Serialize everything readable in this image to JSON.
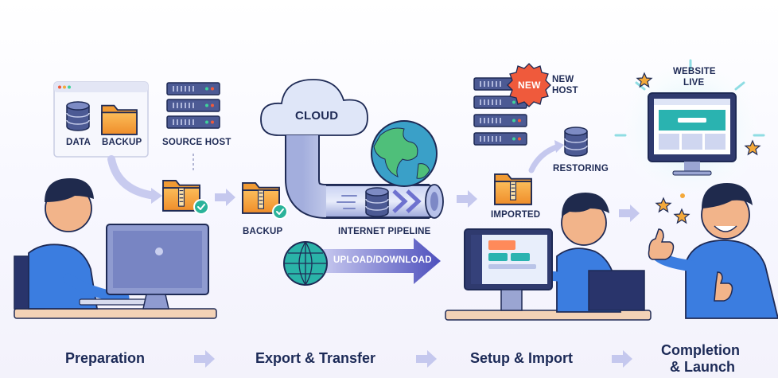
{
  "labels": {
    "data": "DATA",
    "backup_folder": "BACKUP",
    "source_host": "SOURCE HOST",
    "backup": "BACKUP",
    "cloud": "CLOUD",
    "internet_pipeline": "INTERNET PIPELINE",
    "upload_download": "UPLOAD/DOWNLOAD",
    "new_badge": "NEW",
    "new_host_line1": "NEW",
    "new_host_line2": "HOST",
    "restoring": "RESTORING",
    "imported": "IMPORTED",
    "website_live_line1": "WEBSITE",
    "website_live_line2": "LIVE"
  },
  "stages": [
    {
      "label": "Preparation"
    },
    {
      "label": "Export & Transfer"
    },
    {
      "label": "Setup & Import"
    },
    {
      "label_line1": "Completion",
      "label_line2": "& Launch"
    }
  ],
  "colors": {
    "navy": "#1e2a55",
    "server": "#4c5a94",
    "folder": "#f6a03c",
    "check": "#2bb39a",
    "cloud": "#dfe6f8",
    "pipe": "#aab6e6",
    "arrow": "#5b5fc7",
    "shirt": "#3b7de0",
    "accent_red": "#ef5a3c",
    "star": "#f4a93a",
    "screen": "#2ab3b0"
  },
  "icons": [
    "database-icon",
    "folder-icon",
    "server-icon",
    "zip-folder-icon",
    "check-icon",
    "cloud-icon",
    "globe-icon",
    "pipe-icon",
    "arrow-icon",
    "star-icon",
    "monitor-icon",
    "person-icon"
  ]
}
